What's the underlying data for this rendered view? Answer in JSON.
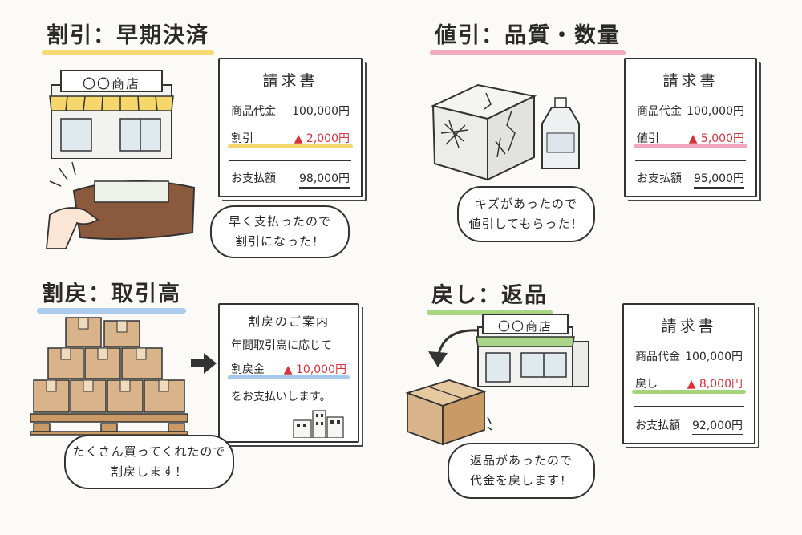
{
  "colors": {
    "yellow": "#f3d35a",
    "pink": "#ef9bb6",
    "blue": "#9cc3ea",
    "green": "#9ccf6d",
    "red": "#d8323c"
  },
  "panels": {
    "discount": {
      "title": "割引：早期決済",
      "shop_sign": "〇〇商店",
      "invoice": {
        "title": "請求書",
        "rows": [
          {
            "label": "商品代金",
            "value": "100,000円"
          },
          {
            "label": "割引",
            "value": "▲ 2,000円"
          }
        ],
        "total_label": "お支払額",
        "total_value": "98,000円"
      },
      "bubble": [
        "早く支払ったので",
        "割引になった！"
      ]
    },
    "allowance": {
      "title": "値引：品質・数量",
      "invoice": {
        "title": "請求書",
        "rows": [
          {
            "label": "商品代金",
            "value": "100,000円"
          },
          {
            "label": "値引",
            "value": "▲ 5,000円"
          }
        ],
        "total_label": "お支払額",
        "total_value": "95,000円"
      },
      "bubble": [
        "キズがあったので",
        "値引してもらった！"
      ]
    },
    "rebate": {
      "title": "割戻：取引高",
      "notice": {
        "title": "割戻のご案内",
        "line1": "年間取引高に応じて",
        "label": "割戻金",
        "value": "▲ 10,000円",
        "line2": "をお支払いします。"
      },
      "bubble": [
        "たくさん買ってくれたので",
        "割戻します！"
      ]
    },
    "returns": {
      "title": "戻し：返品",
      "shop_sign": "〇〇商店",
      "invoice": {
        "title": "請求書",
        "rows": [
          {
            "label": "商品代金",
            "value": "100,000円"
          },
          {
            "label": "戻し",
            "value": "▲ 8,000円"
          }
        ],
        "total_label": "お支払額",
        "total_value": "92,000円"
      },
      "bubble": [
        "返品があったので",
        "代金を戻します！"
      ]
    }
  }
}
